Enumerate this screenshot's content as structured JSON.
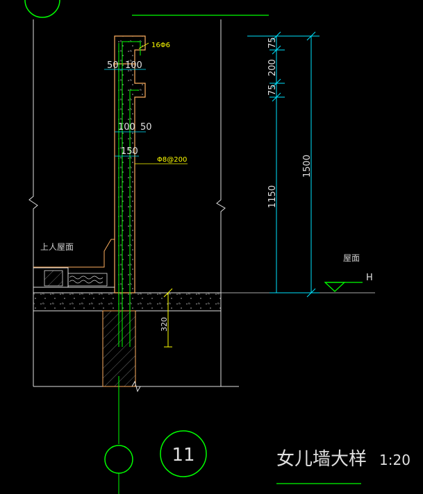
{
  "drawing": {
    "title": "女儿墙大样",
    "scale": "1:20",
    "detail_number": "11"
  },
  "labels": {
    "rebar_top": "16Φ6",
    "rebar_stirrup": "Φ8@200",
    "dim_50": "50",
    "dim_100": "100",
    "dim_100b": "100",
    "dim_50b": "50",
    "dim_150": "150",
    "roof_accessible": "上人屋面",
    "roof": "屋面",
    "elev_H": "H",
    "dim_320": "320"
  },
  "vertical_dims": {
    "d75_top": "75",
    "d200": "200",
    "d75": "75",
    "d1150": "1150",
    "d1500": "1500"
  },
  "colors": {
    "background": "#000000",
    "lines_white": "#ffffff",
    "dim_cyan": "#00e5ff",
    "accent_green": "#00ff00",
    "text_yellow": "#ffff00",
    "wall_orange": "#ffb060",
    "hatch_grey": "#8a8a8a"
  }
}
